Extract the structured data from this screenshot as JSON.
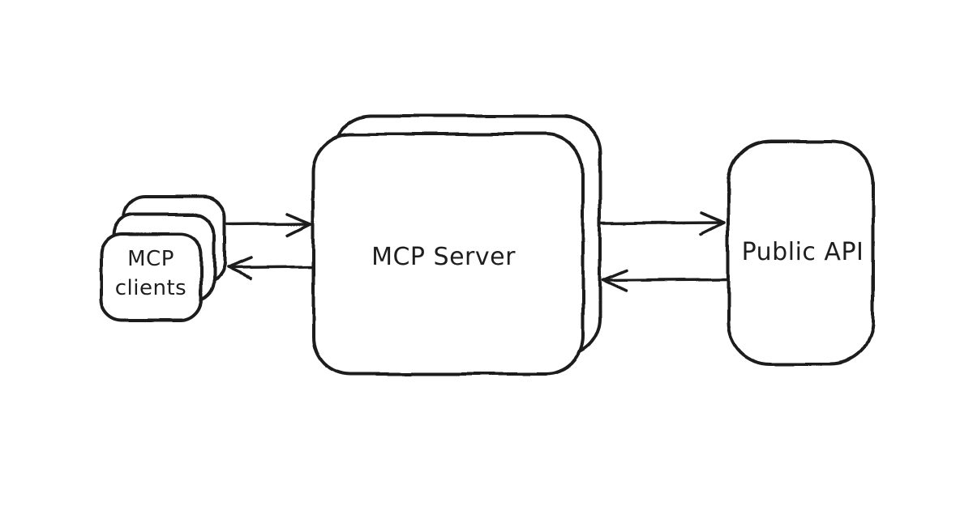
{
  "diagram": {
    "type": "flow-diagram",
    "background_color": "#ffffff",
    "stroke_color": "#1e1e1e",
    "fill_color": "#ffffff",
    "nodes": {
      "mcp_clients": {
        "label": "MCP clients",
        "label_lines": [
          "MCP",
          "clients"
        ],
        "shape": "rounded-rectangle-stack",
        "stack_count": 3
      },
      "mcp_server": {
        "label": "MCP Server",
        "shape": "rounded-rectangle-stack",
        "stack_count": 2
      },
      "public_api": {
        "label": "Public API",
        "shape": "rounded-rectangle",
        "stack_count": 1
      }
    },
    "edges": [
      {
        "from": "mcp_clients",
        "to": "mcp_server",
        "style": "arrow-right"
      },
      {
        "from": "mcp_server",
        "to": "mcp_clients",
        "style": "arrow-left"
      },
      {
        "from": "mcp_server",
        "to": "public_api",
        "style": "arrow-right"
      },
      {
        "from": "public_api",
        "to": "mcp_server",
        "style": "arrow-left"
      }
    ]
  }
}
